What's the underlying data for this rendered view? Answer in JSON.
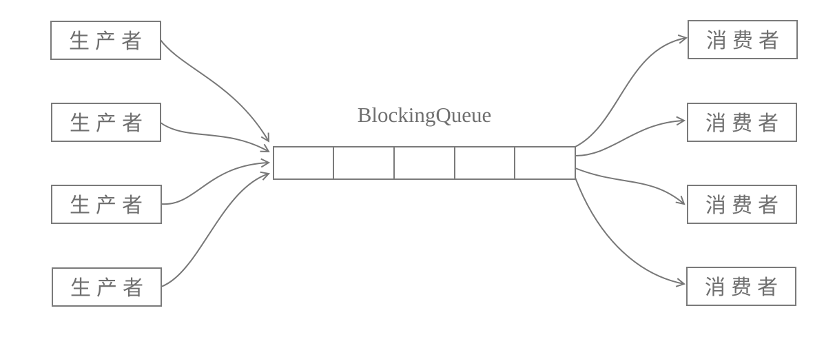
{
  "diagram": {
    "queue": {
      "title": "BlockingQueue",
      "slots": 5
    },
    "producers": [
      {
        "label": "生产者"
      },
      {
        "label": "生产者"
      },
      {
        "label": "生产者"
      },
      {
        "label": "生产者"
      }
    ],
    "consumers": [
      {
        "label": "消费者"
      },
      {
        "label": "消费者"
      },
      {
        "label": "消费者"
      },
      {
        "label": "消费者"
      }
    ],
    "colors": {
      "stroke": "#7a7a7a",
      "text": "#6f6f6f",
      "background": "#ffffff"
    }
  }
}
